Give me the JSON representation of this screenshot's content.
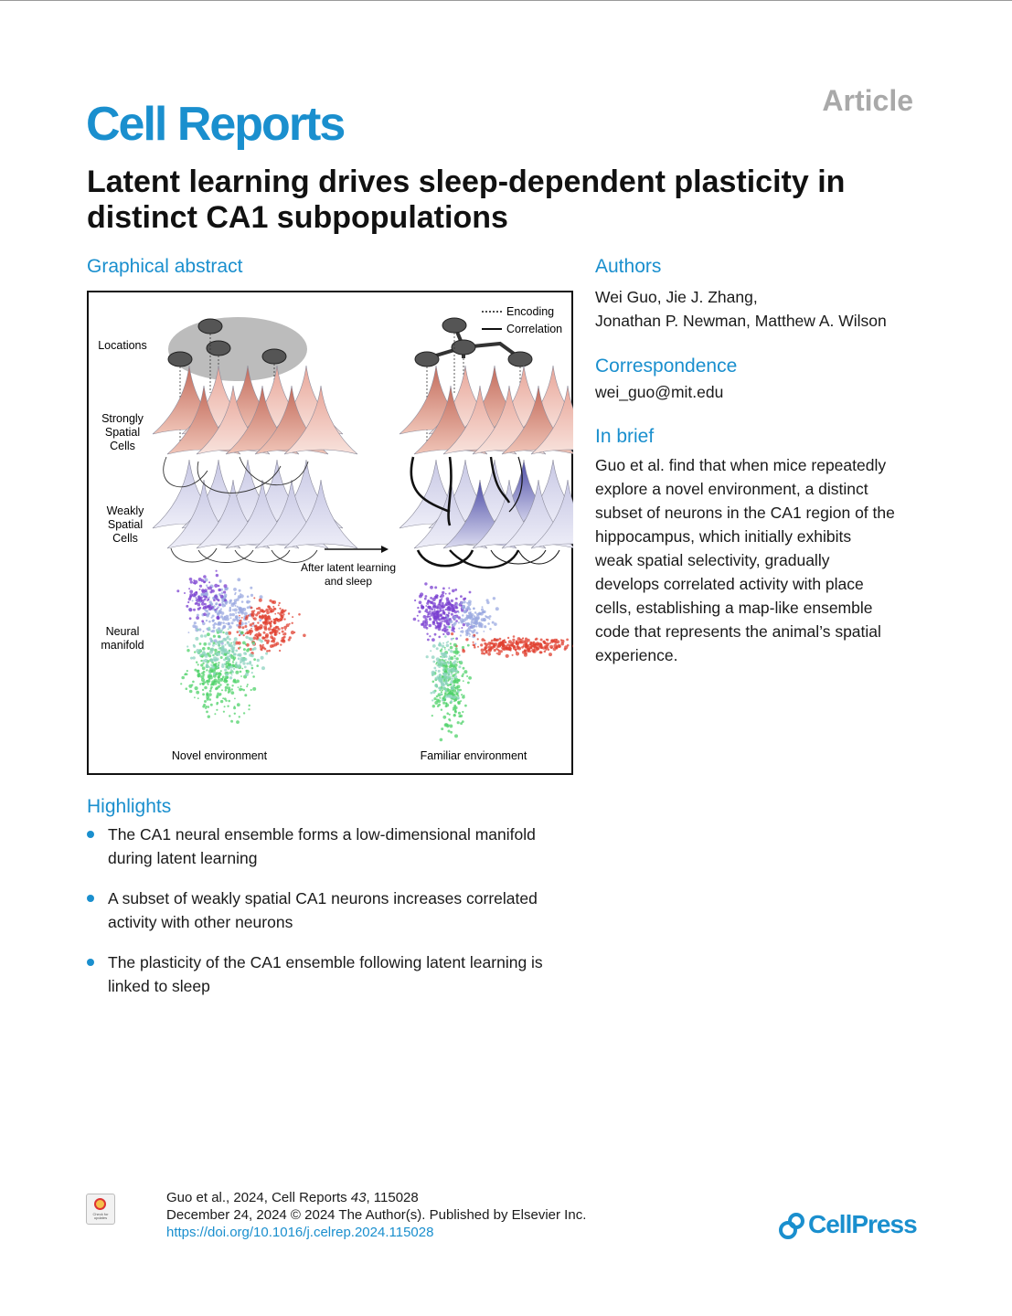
{
  "journal": "Cell Reports",
  "article_type": "Article",
  "title": "Latent learning drives sleep-dependent plasticity in distinct CA1 subpopulations",
  "graphical_abstract": {
    "heading": "Graphical abstract",
    "legend_encoding": "Encoding",
    "legend_correlation": "Correlation",
    "label_locations": "Locations",
    "label_strongly": [
      "Strongly",
      "Spatial",
      "Cells"
    ],
    "label_weakly": [
      "Weakly",
      "Spatial",
      "Cells"
    ],
    "label_manifold": [
      "Neural",
      "manifold"
    ],
    "arrow_label": [
      "After latent learning",
      "and sleep"
    ],
    "caption_left": "Novel environment",
    "caption_right": "Familiar environment"
  },
  "authors": {
    "heading": "Authors",
    "line1": "Wei Guo, Jie J. Zhang,",
    "line2": "Jonathan P. Newman, Matthew A. Wilson"
  },
  "correspondence": {
    "heading": "Correspondence",
    "email": "wei_guo@mit.edu"
  },
  "in_brief": {
    "heading": "In brief",
    "lines": [
      "Guo et al. find that when mice repeatedly",
      "explore a novel environment, a distinct",
      "subset of neurons in the CA1 region of the",
      "hippocampus, which initially exhibits",
      "weak spatial selectivity, gradually",
      "develops correlated activity with place",
      "cells, establishing a map-like ensemble",
      "code that represents the animal’s spatial",
      "experience."
    ]
  },
  "highlights": {
    "heading": "Highlights",
    "items": [
      [
        "The CA1 neural ensemble forms a low-dimensional manifold",
        "during latent learning"
      ],
      [
        "A subset of weakly spatial CA1 neurons increases correlated",
        "activity with other neurons"
      ],
      [
        "The plasticity of the CA1 ensemble following latent learning is",
        "linked to sleep"
      ]
    ]
  },
  "badge_text": "Check for updates",
  "footer": {
    "citation_prefix": "Guo et al., 2024, Cell Reports ",
    "volume": "43",
    "citation_suffix": ", 115028",
    "date_line": "December 24, 2024 © 2024 The Author(s). Published by Elsevier Inc.",
    "doi": "https://doi.org/10.1016/j.celrep.2024.115028"
  },
  "publisher": "CellPress",
  "colors": {
    "accent": "#1a8fce",
    "strong_cell": "#d88b7c",
    "weak_cell": "#c9c9e6",
    "weak_cell_dark": "#5b5bb0",
    "manifold_red": "#e04030",
    "manifold_purple": "#7a3fd0",
    "manifold_lav": "#9aa8e0",
    "manifold_green": "#4fd26a",
    "manifold_teal": "#8ed3c0"
  }
}
